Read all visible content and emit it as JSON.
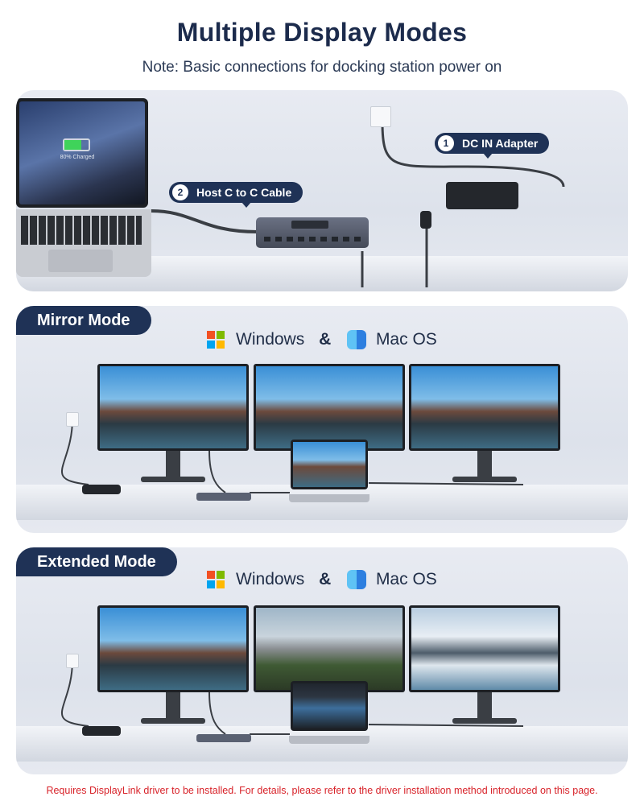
{
  "header": {
    "title": "Multiple Display Modes",
    "subtitle": "Note: Basic connections for docking station power on"
  },
  "setup": {
    "laptop_status": "80% Charged",
    "callout_1": {
      "number": "1",
      "label": "DC IN Adapter"
    },
    "callout_2": {
      "number": "2",
      "label": "Host C to C Cable"
    }
  },
  "mirror": {
    "badge": "Mirror Mode",
    "os_windows": "Windows",
    "os_amp": "&",
    "os_mac": "Mac OS"
  },
  "extended": {
    "badge": "Extended Mode",
    "os_windows": "Windows",
    "os_amp": "&",
    "os_mac": "Mac OS"
  },
  "footnote": "Requires DisplayLink driver to be installed. For details, please refer to the driver installation method introduced on this page.",
  "colors": {
    "navy": "#1f3256",
    "warning_red": "#d8232a",
    "charge_green": "#3fd35a"
  }
}
